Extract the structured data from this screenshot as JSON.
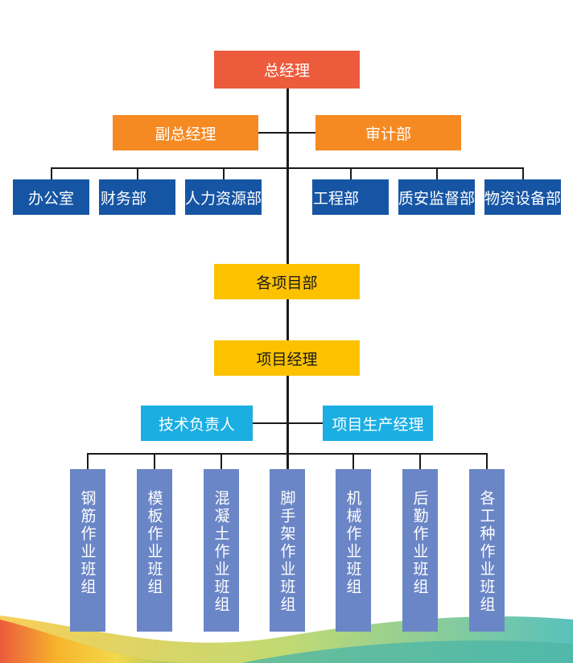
{
  "colors": {
    "top": "#ec5b3c",
    "orange": "#f58a22",
    "navy": "#1655a4",
    "yellow": "#fcc200",
    "cyan": "#1aaee3",
    "team": "#6b86c6",
    "line": "#1a1a1a"
  },
  "chart": {
    "general_manager": "总经理",
    "deputy_gm": "副总经理",
    "audit": "审计部",
    "departments": [
      "办公室",
      "财务部",
      "人力资源部",
      "工程部",
      "质安监督部",
      "物资设备部"
    ],
    "project_dept": "各项目部",
    "project_manager": "项目经理",
    "tech_lead": "技术负责人",
    "production_manager": "项目生产经理",
    "teams": [
      "钢筋作业班组",
      "模板作业班组",
      "混凝土作业班组",
      "脚手架作业班组",
      "机械作业班组",
      "后勤作业班组",
      "各工种作业班组"
    ]
  }
}
